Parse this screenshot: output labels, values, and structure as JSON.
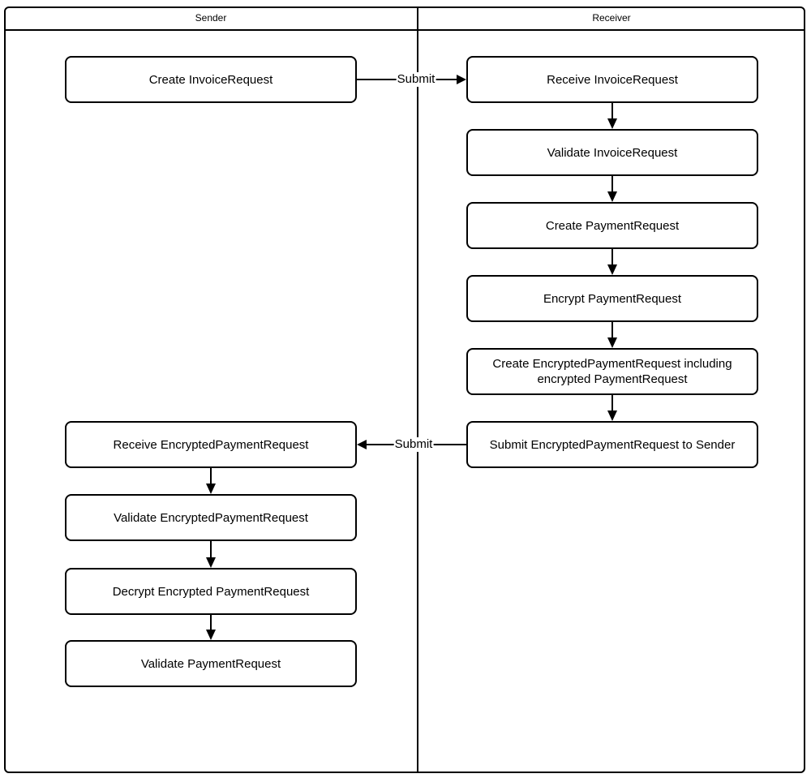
{
  "diagram": {
    "type": "swimlane-flowchart",
    "colors": {
      "stroke": "#000000",
      "background": "#ffffff"
    },
    "lanes": [
      {
        "label": "Sender"
      },
      {
        "label": "Receiver"
      }
    ],
    "nodes": [
      {
        "id": "s1",
        "lane": "Sender",
        "label": "Create InvoiceRequest"
      },
      {
        "id": "r1",
        "lane": "Receiver",
        "label": "Receive InvoiceRequest"
      },
      {
        "id": "r2",
        "lane": "Receiver",
        "label": "Validate InvoiceRequest"
      },
      {
        "id": "r3",
        "lane": "Receiver",
        "label": "Create PaymentRequest"
      },
      {
        "id": "r4",
        "lane": "Receiver",
        "label": "Encrypt PaymentRequest"
      },
      {
        "id": "r5",
        "lane": "Receiver",
        "label": "Create EncryptedPaymentRequest including encrypted PaymentRequest"
      },
      {
        "id": "r6",
        "lane": "Receiver",
        "label": "Submit EncryptedPaymentRequest to Sender"
      },
      {
        "id": "s2",
        "lane": "Sender",
        "label": "Receive EncryptedPaymentRequest"
      },
      {
        "id": "s3",
        "lane": "Sender",
        "label": "Validate EncryptedPaymentRequest"
      },
      {
        "id": "s4",
        "lane": "Sender",
        "label": "Decrypt Encrypted PaymentRequest"
      },
      {
        "id": "s5",
        "lane": "Sender",
        "label": "Validate PaymentRequest"
      }
    ],
    "edges": [
      {
        "from": "s1",
        "to": "r1",
        "label": "Submit"
      },
      {
        "from": "r1",
        "to": "r2"
      },
      {
        "from": "r2",
        "to": "r3"
      },
      {
        "from": "r3",
        "to": "r4"
      },
      {
        "from": "r4",
        "to": "r5"
      },
      {
        "from": "r5",
        "to": "r6"
      },
      {
        "from": "r6",
        "to": "s2",
        "label": "Submit"
      },
      {
        "from": "s2",
        "to": "s3"
      },
      {
        "from": "s3",
        "to": "s4"
      },
      {
        "from": "s4",
        "to": "s5"
      }
    ]
  }
}
